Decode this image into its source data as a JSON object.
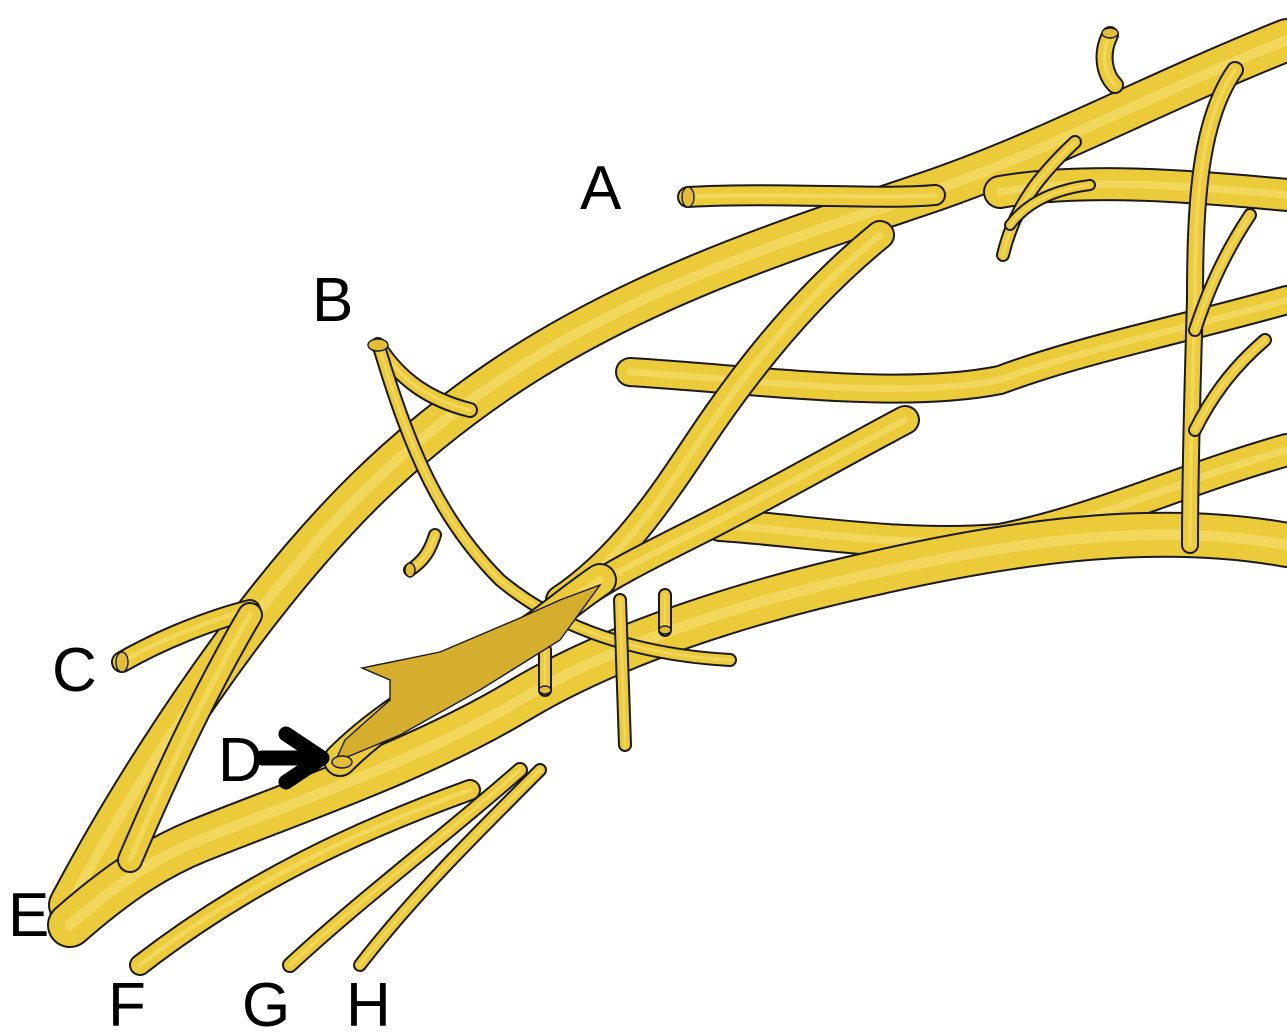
{
  "figure": {
    "colors": {
      "nerve": "#eccb3a",
      "nerve_highlight": "#f8e27a",
      "nerve_shadow": "#d6ae2e",
      "outline": "#1a1a1a",
      "background": "#ffffff",
      "label": "#000000"
    },
    "labels": {
      "A": "A",
      "B": "B",
      "C": "C",
      "D": "D",
      "E": "E",
      "F": "F",
      "G": "G",
      "H": "H"
    },
    "arrow_icon": "right-arrow-icon"
  }
}
